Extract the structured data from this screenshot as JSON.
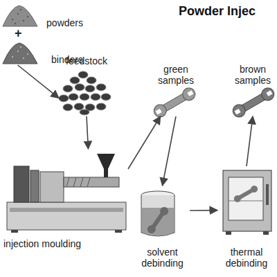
{
  "diagram": {
    "title": "Powder Injec",
    "nodes": [
      {
        "text": [
          "powders"
        ]
      },
      {
        "text": [
          "binders"
        ]
      },
      {
        "text": [
          "feedstock"
        ]
      },
      {
        "text": [
          "green samples"
        ]
      },
      {
        "text": [
          "brown samples"
        ]
      },
      {
        "text": [
          "injection moulding"
        ]
      },
      {
        "text": [
          "solvent debinding"
        ]
      },
      {
        "text": [
          "thermal debinding"
        ]
      }
    ],
    "edges": [
      {
        "from": 1,
        "to": 2,
        "arrow": "to"
      },
      {
        "from": 2,
        "to": 5,
        "arrow": "to"
      },
      {
        "from": 5,
        "to": 3,
        "arrow": "to"
      },
      {
        "from": 3,
        "to": 6,
        "arrow": "to"
      },
      {
        "from": 6,
        "to": 7,
        "arrow": "to"
      },
      {
        "from": 7,
        "to": 4,
        "arrow": "to"
      }
    ],
    "labels": [
      "+"
    ]
  }
}
